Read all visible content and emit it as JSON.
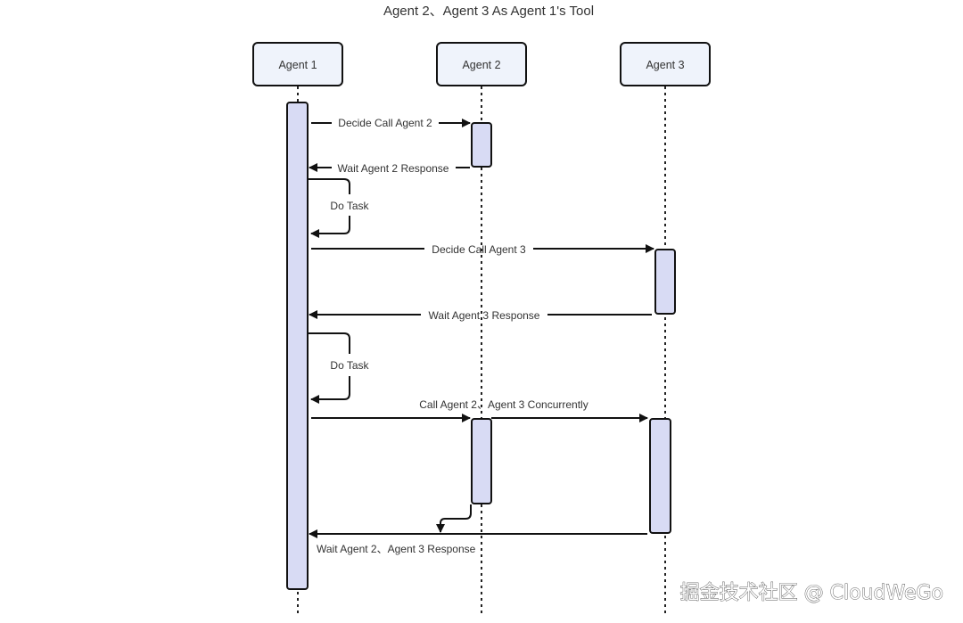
{
  "title": "Agent 2、Agent 3 As Agent 1's Tool",
  "colors": {
    "participant_fill": "#eff3fb",
    "activation_fill": "#d8dbf4",
    "stroke": "#111111",
    "lifeline": "#222222",
    "text": "#333333"
  },
  "participants": [
    {
      "id": "agent1",
      "label": "Agent 1"
    },
    {
      "id": "agent2",
      "label": "Agent 2"
    },
    {
      "id": "agent3",
      "label": "Agent 3"
    }
  ],
  "messages": [
    {
      "label": "Decide Call Agent 2",
      "from": "agent1",
      "to": "agent2",
      "kind": "call"
    },
    {
      "label": "Wait Agent 2 Response",
      "from": "agent2",
      "to": "agent1",
      "kind": "return"
    },
    {
      "label": "Do Task",
      "from": "agent1",
      "to": "agent1",
      "kind": "self"
    },
    {
      "label": "Decide Call Agent 3",
      "from": "agent1",
      "to": "agent3",
      "kind": "call"
    },
    {
      "label": "Wait Agent 3 Response",
      "from": "agent3",
      "to": "agent1",
      "kind": "return"
    },
    {
      "label": "Do Task",
      "from": "agent1",
      "to": "agent1",
      "kind": "self"
    },
    {
      "label": "Call Agent 2、Agent 3  Concurrently",
      "from": "agent1",
      "to": [
        "agent2",
        "agent3"
      ],
      "kind": "call"
    },
    {
      "label": "Wait Agent 2、Agent 3  Response",
      "from": [
        "agent2",
        "agent3"
      ],
      "to": "agent1",
      "kind": "return"
    }
  ],
  "watermark": "掘金技术社区 @ CloudWeGo"
}
